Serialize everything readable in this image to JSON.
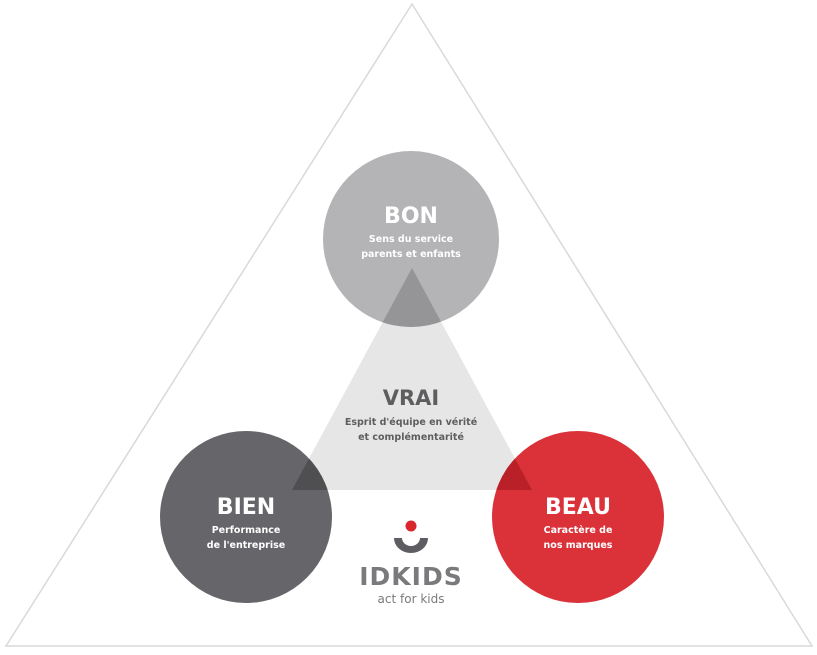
{
  "colors": {
    "outer_triangle_stroke": "#d9d9d9",
    "inner_triangle": "#e6e6e6",
    "bon": "#aeaeb0",
    "bien": "#5e5e62",
    "beau": "#d9272f",
    "text_dark": "#5e5e60"
  },
  "diagram": {
    "bon": {
      "title": "BON",
      "line1": "Sens du service",
      "line2": "parents et enfants"
    },
    "vrai": {
      "title": "VRAI",
      "line1": "Esprit d'équipe en vérité",
      "line2": "et complémentarité"
    },
    "bien": {
      "title": "BIEN",
      "line1": "Performance",
      "line2": "de l'entreprise"
    },
    "beau": {
      "title": "BEAU",
      "line1": "Caractère de",
      "line2": "nos marques"
    }
  },
  "logo": {
    "wordmark": "IDKIDS",
    "tagline": "act for kids",
    "icon": "smile-dot-icon"
  }
}
